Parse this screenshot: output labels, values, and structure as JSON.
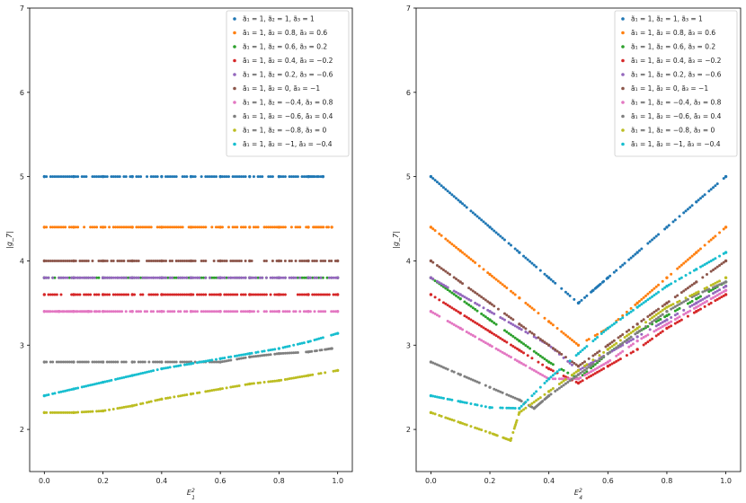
{
  "chart_data": [
    {
      "type": "scatter",
      "xlabel": "E_1^2",
      "ylabel": "|g_7|",
      "xlim": [
        -0.05,
        1.05
      ],
      "ylim": [
        1.5,
        7
      ],
      "x_ticks": [
        "0.0",
        "0.2",
        "0.4",
        "0.6",
        "0.8",
        "1.0"
      ],
      "y_ticks": [
        "2",
        "3",
        "4",
        "5",
        "6",
        "7"
      ],
      "legend_position": "top-right",
      "series": [
        {
          "name": "ã₁ = 1, ã₂ = 1, ã₃ = 1",
          "color": "#1f77b4",
          "x": [
            0.0,
            0.1,
            0.2,
            0.3,
            0.4,
            0.5,
            0.6,
            0.7,
            0.8,
            0.9,
            0.95
          ],
          "y": [
            5.0,
            5.0,
            5.0,
            5.0,
            5.0,
            5.0,
            5.0,
            5.0,
            5.0,
            5.0,
            5.0
          ]
        },
        {
          "name": "ã₁ = 1, ã₂ = 0.8, ã₃ = 0.6",
          "color": "#ff7f0e",
          "x": [
            0.0,
            0.1,
            0.2,
            0.3,
            0.4,
            0.5,
            0.6,
            0.7,
            0.8,
            0.9,
            0.98
          ],
          "y": [
            4.4,
            4.4,
            4.4,
            4.4,
            4.4,
            4.4,
            4.4,
            4.4,
            4.4,
            4.4,
            4.4
          ]
        },
        {
          "name": "ã₁ = 1, ã₂ = 0.6, ã₃ = 0.2",
          "color": "#2ca02c",
          "x": [
            0.0,
            0.1,
            0.2,
            0.3,
            0.4,
            0.5,
            0.6,
            0.7,
            0.8,
            0.9,
            1.0
          ],
          "y": [
            3.8,
            3.8,
            3.8,
            3.8,
            3.8,
            3.8,
            3.8,
            3.8,
            3.8,
            3.8,
            3.8
          ]
        },
        {
          "name": "ã₁ = 1, ã₂ = 0.4, ã₃ = −0.2",
          "color": "#d62728",
          "x": [
            0.0,
            0.1,
            0.2,
            0.3,
            0.4,
            0.5,
            0.6,
            0.7,
            0.8,
            0.9,
            1.0
          ],
          "y": [
            3.6,
            3.6,
            3.6,
            3.6,
            3.6,
            3.6,
            3.6,
            3.6,
            3.6,
            3.6,
            3.6
          ]
        },
        {
          "name": "ã₁ = 1, ã₂ = 0.2, ã₃ = −0.6",
          "color": "#9467bd",
          "x": [
            0.0,
            0.1,
            0.2,
            0.3,
            0.4,
            0.5,
            0.6,
            0.7,
            0.8,
            0.9,
            1.0
          ],
          "y": [
            3.8,
            3.8,
            3.8,
            3.8,
            3.8,
            3.8,
            3.8,
            3.8,
            3.8,
            3.8,
            3.8
          ]
        },
        {
          "name": "ã₁ = 1, ã₂ = 0, ã₃ = −1",
          "color": "#8c564b",
          "x": [
            0.0,
            0.1,
            0.2,
            0.3,
            0.4,
            0.5,
            0.6,
            0.7,
            0.8,
            0.9,
            1.0
          ],
          "y": [
            4.0,
            4.0,
            4.0,
            4.0,
            4.0,
            4.0,
            4.0,
            4.0,
            4.0,
            4.0,
            4.0
          ]
        },
        {
          "name": "ã₁ = 1, ã₂ = −0.4, ã₃ = 0.8",
          "color": "#e377c2",
          "x": [
            0.0,
            0.05,
            0.1,
            0.15,
            0.2,
            0.3,
            0.4,
            0.5,
            0.6,
            0.7,
            0.8,
            0.9,
            1.0
          ],
          "y": [
            3.4,
            3.4,
            3.4,
            3.4,
            3.4,
            3.4,
            3.4,
            3.4,
            3.4,
            3.4,
            3.4,
            3.4,
            3.4
          ]
        },
        {
          "name": "ã₁ = 1, ã₂ = −0.6, ã₃ = 0.4",
          "color": "#7f7f7f",
          "x": [
            0.0,
            0.1,
            0.2,
            0.3,
            0.4,
            0.5,
            0.6,
            0.7,
            0.8,
            0.9,
            0.98
          ],
          "y": [
            2.8,
            2.8,
            2.8,
            2.8,
            2.8,
            2.8,
            2.8,
            2.86,
            2.9,
            2.92,
            2.96
          ]
        },
        {
          "name": "ã₁ = 1, ã₂ = −0.8, ã₃ = 0",
          "color": "#bcbd22",
          "x": [
            0.0,
            0.1,
            0.2,
            0.3,
            0.4,
            0.5,
            0.6,
            0.7,
            0.8,
            0.9,
            1.0
          ],
          "y": [
            2.2,
            2.2,
            2.22,
            2.28,
            2.36,
            2.42,
            2.48,
            2.54,
            2.58,
            2.64,
            2.7
          ]
        },
        {
          "name": "ã₁ = 1, ã₂ = −1, ã₃ = −0.4",
          "color": "#17becf",
          "x": [
            0.0,
            0.1,
            0.2,
            0.3,
            0.4,
            0.5,
            0.6,
            0.7,
            0.8,
            0.9,
            1.0
          ],
          "y": [
            2.4,
            2.48,
            2.56,
            2.64,
            2.72,
            2.78,
            2.84,
            2.9,
            2.96,
            3.04,
            3.14
          ]
        }
      ]
    },
    {
      "type": "scatter",
      "xlabel": "E_4^2",
      "ylabel": "|g_7|",
      "xlim": [
        -0.05,
        1.05
      ],
      "ylim": [
        1.5,
        7
      ],
      "x_ticks": [
        "0.0",
        "0.2",
        "0.4",
        "0.6",
        "0.8",
        "1.0"
      ],
      "y_ticks": [
        "2",
        "3",
        "4",
        "5",
        "6",
        "7"
      ],
      "legend_position": "top-right",
      "series": [
        {
          "name": "ã₁ = 1, ã₂ = 1, ã₃ = 1",
          "color": "#1f77b4",
          "x": [
            0.0,
            0.1,
            0.2,
            0.3,
            0.4,
            0.5,
            0.55,
            0.6,
            0.7,
            0.8,
            0.9,
            1.0
          ],
          "y": [
            5.0,
            4.7,
            4.4,
            4.1,
            3.8,
            3.5,
            3.65,
            3.8,
            4.1,
            4.4,
            4.7,
            5.0
          ]
        },
        {
          "name": "ã₁ = 1, ã₂ = 0.8, ã₃ = 0.6",
          "color": "#ff7f0e",
          "x": [
            0.0,
            0.1,
            0.2,
            0.3,
            0.4,
            0.5,
            0.6,
            0.7,
            0.8,
            0.9,
            1.0
          ],
          "y": [
            4.4,
            4.12,
            3.84,
            3.56,
            3.28,
            3.0,
            3.2,
            3.5,
            3.8,
            4.1,
            4.4
          ]
        },
        {
          "name": "ã₁ = 1, ã₂ = 0.6, ã₃ = 0.2",
          "color": "#2ca02c",
          "x": [
            0.0,
            0.1,
            0.2,
            0.3,
            0.4,
            0.5,
            0.6,
            0.7,
            0.8,
            0.9,
            1.0
          ],
          "y": [
            3.8,
            3.55,
            3.3,
            3.05,
            2.8,
            2.6,
            2.9,
            3.15,
            3.35,
            3.55,
            3.75
          ]
        },
        {
          "name": "ã₁ = 1, ã₂ = 0.4, ã₃ = −0.2",
          "color": "#d62728",
          "x": [
            0.0,
            0.1,
            0.2,
            0.3,
            0.4,
            0.5,
            0.6,
            0.7,
            0.8,
            0.9,
            1.0
          ],
          "y": [
            3.6,
            3.38,
            3.16,
            2.94,
            2.72,
            2.55,
            2.75,
            2.95,
            3.2,
            3.4,
            3.6
          ]
        },
        {
          "name": "ã₁ = 1, ã₂ = 0.2, ã₃ = −0.6",
          "color": "#9467bd",
          "x": [
            0.0,
            0.1,
            0.2,
            0.3,
            0.4,
            0.5,
            0.6,
            0.7,
            0.8,
            0.9,
            1.0
          ],
          "y": [
            3.8,
            3.6,
            3.4,
            3.2,
            3.0,
            2.7,
            2.9,
            3.1,
            3.3,
            3.5,
            3.7
          ]
        },
        {
          "name": "ã₁ = 1, ã₂ = 0, ã₃ = −1",
          "color": "#8c564b",
          "x": [
            0.0,
            0.1,
            0.2,
            0.3,
            0.4,
            0.5,
            0.6,
            0.7,
            0.8,
            0.9,
            1.0
          ],
          "y": [
            4.0,
            3.75,
            3.5,
            3.25,
            3.0,
            2.75,
            3.0,
            3.25,
            3.5,
            3.75,
            4.0
          ]
        },
        {
          "name": "ã₁ = 1, ã₂ = −0.4, ã₃ = 0.8",
          "color": "#e377c2",
          "x": [
            0.0,
            0.1,
            0.2,
            0.3,
            0.4,
            0.5,
            0.6,
            0.7,
            0.8,
            0.9,
            1.0
          ],
          "y": [
            3.4,
            3.2,
            3.0,
            2.8,
            2.6,
            2.6,
            2.8,
            3.05,
            3.25,
            3.45,
            3.65
          ]
        },
        {
          "name": "ã₁ = 1, ã₂ = −0.6, ã₃ = 0.4",
          "color": "#7f7f7f",
          "x": [
            0.0,
            0.1,
            0.2,
            0.3,
            0.35,
            0.4,
            0.5,
            0.6,
            0.7,
            0.8,
            0.9,
            1.0
          ],
          "y": [
            2.8,
            2.65,
            2.5,
            2.35,
            2.25,
            2.4,
            2.65,
            2.9,
            3.15,
            3.4,
            3.6,
            3.75
          ]
        },
        {
          "name": "ã₁ = 1, ã₂ = −0.8, ã₃ = 0",
          "color": "#bcbd22",
          "x": [
            0.0,
            0.1,
            0.2,
            0.27,
            0.3,
            0.4,
            0.5,
            0.6,
            0.7,
            0.8,
            0.9,
            1.0
          ],
          "y": [
            2.2,
            2.08,
            1.96,
            1.87,
            2.2,
            2.45,
            2.7,
            2.95,
            3.2,
            3.45,
            3.62,
            3.8
          ]
        },
        {
          "name": "ã₁ = 1, ã₂ = −1, ã₃ = −0.4",
          "color": "#17becf",
          "x": [
            0.0,
            0.1,
            0.2,
            0.3,
            0.4,
            0.5,
            0.6,
            0.7,
            0.8,
            0.9,
            1.0
          ],
          "y": [
            2.4,
            2.33,
            2.26,
            2.25,
            2.6,
            2.9,
            3.2,
            3.45,
            3.7,
            3.9,
            4.1
          ]
        }
      ]
    }
  ]
}
